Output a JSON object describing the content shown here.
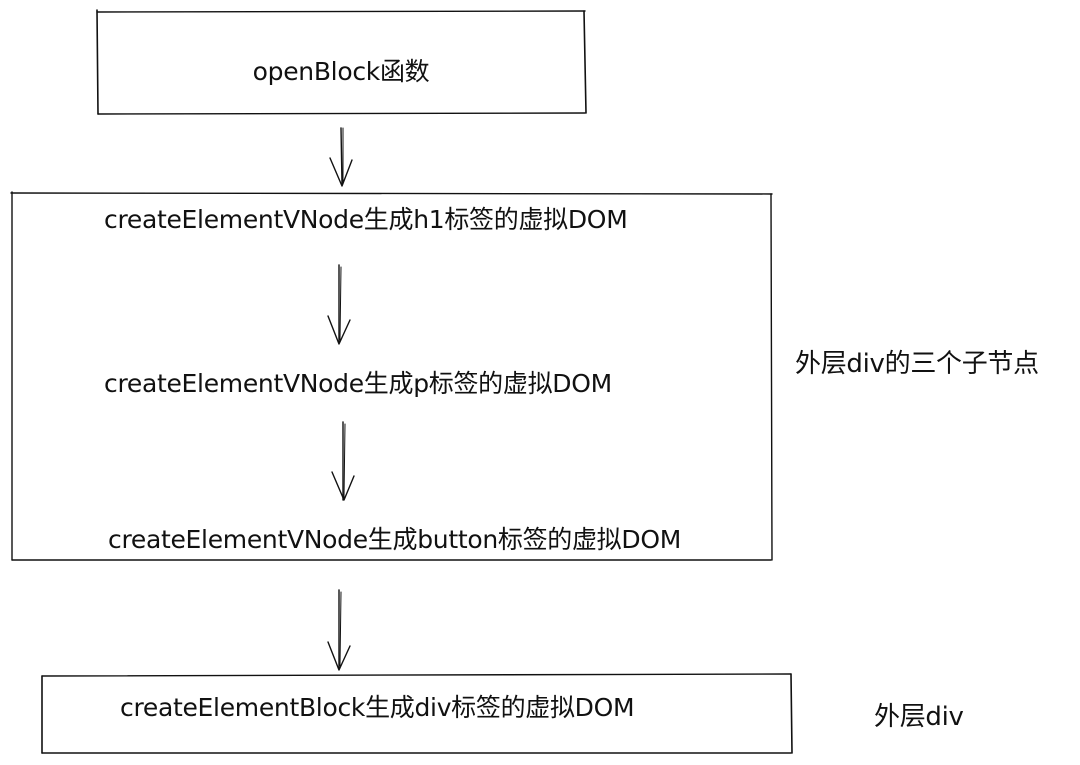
{
  "theme": {
    "ink": "#111111",
    "background": "#ffffff"
  },
  "nodes": {
    "open_block": {
      "label": "openBlock函数"
    },
    "children_group": {
      "h1_label": "createElementVNode生成h1标签的虚拟DOM",
      "p_label": "createElementVNode生成p标签的虚拟DOM",
      "button_label": "createElementVNode生成button标签的虚拟DOM"
    },
    "create_block": {
      "label": "createElementBlock生成div标签的虚拟DOM"
    }
  },
  "annotations": {
    "children_note": "外层div的三个子节点",
    "outer_div_note": "外层div"
  }
}
